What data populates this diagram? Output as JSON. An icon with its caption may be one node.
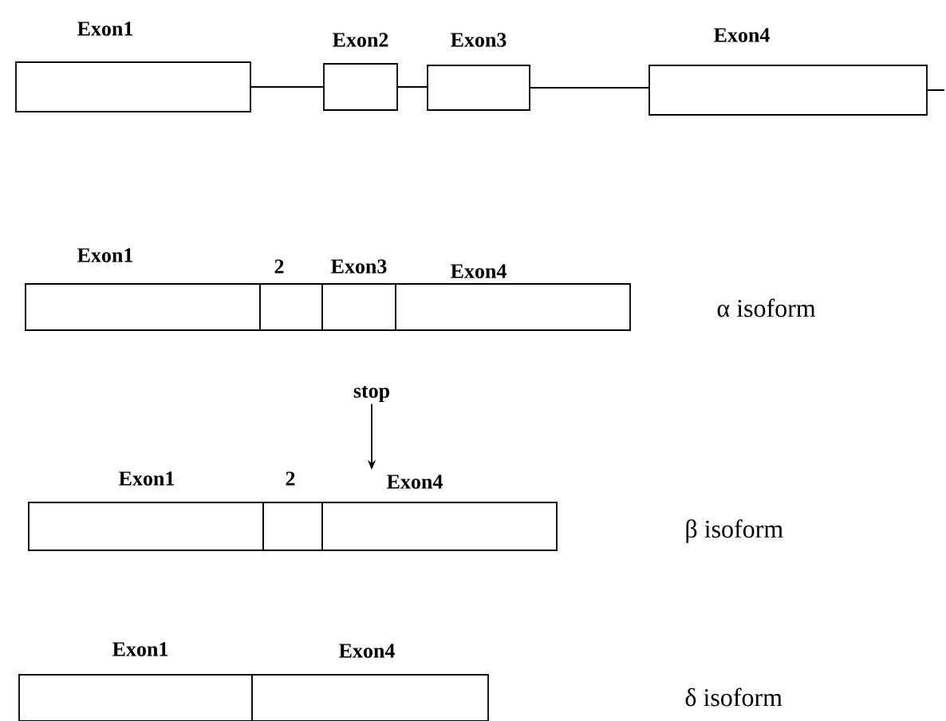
{
  "diagram": {
    "nodes": [
      {
        "text": [
          "Exon1"
        ]
      },
      {
        "text": [
          "Exon2"
        ]
      },
      {
        "text": [
          "Exon3"
        ]
      },
      {
        "text": [
          "Exon4"
        ]
      },
      {
        "text": [
          "Exon1"
        ]
      },
      {
        "text": [
          "2"
        ]
      },
      {
        "text": [
          "Exon3"
        ]
      },
      {
        "text": [
          "Exon4"
        ]
      },
      {
        "text": [
          "stop"
        ]
      },
      {
        "text": [
          "Exon1"
        ]
      },
      {
        "text": [
          "2"
        ]
      },
      {
        "text": [
          "Exon4"
        ]
      },
      {
        "text": [
          "Exon1"
        ]
      },
      {
        "text": [
          "Exon4"
        ]
      }
    ],
    "edges": [
      {
        "from": 0,
        "to": 1,
        "arrow": "none"
      },
      {
        "from": 1,
        "to": 2,
        "arrow": "none"
      },
      {
        "from": 2,
        "to": 3,
        "arrow": "none"
      },
      {
        "from": 3,
        "to": null,
        "arrow": "none"
      },
      {
        "from": 8,
        "to": 11,
        "arrow": "to"
      }
    ],
    "labels": [
      "α isoform",
      "β isoform",
      "δ isoform"
    ]
  }
}
